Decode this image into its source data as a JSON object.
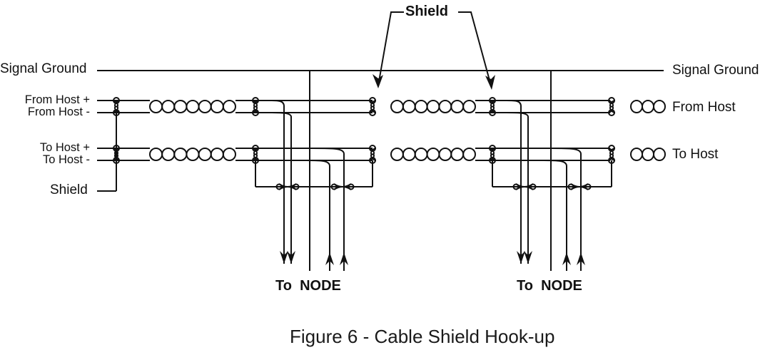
{
  "diagram": {
    "shield_callout": "Shield",
    "left_labels": {
      "signal_ground": "Signal Ground",
      "from_host_plus": "From Host +",
      "from_host_minus": "From Host -",
      "to_host_plus": "To Host +",
      "to_host_minus": "To Host -",
      "shield": "Shield"
    },
    "right_labels": {
      "signal_ground": "Signal Ground",
      "from_host": "From Host",
      "to_host": "To Host"
    },
    "node_labels": [
      "To  NODE",
      "To  NODE"
    ],
    "caption": "Figure 6 - Cable Shield Hook-up"
  }
}
